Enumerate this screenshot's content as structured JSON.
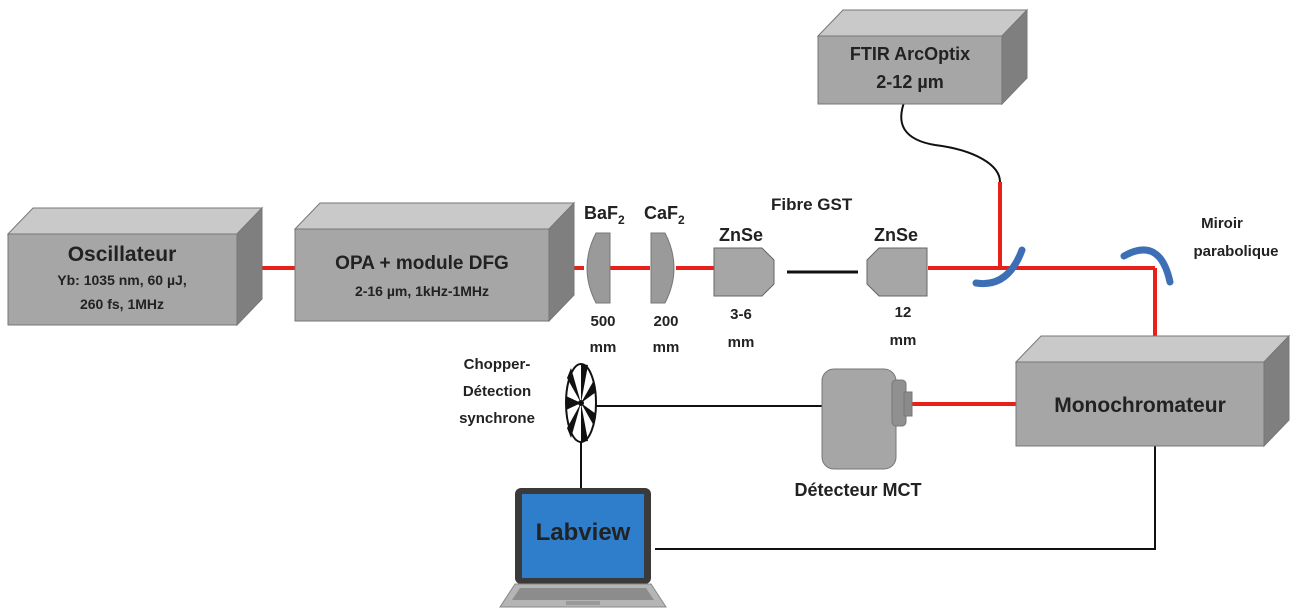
{
  "colors": {
    "beam": "#e8201a",
    "box_front": "#a6a6a6",
    "box_top": "#c9c9c9",
    "box_side": "#7f7f7f",
    "mirror": "#3c6fb6",
    "optic": "#9a9a9a",
    "screen": "#1f6fc0",
    "wire": "#111111",
    "text": "#222222"
  },
  "boxes": {
    "oscillateur": {
      "title": "Oscillateur",
      "line1": "Yb: 1035 nm, 60 µJ,",
      "line2": "260 fs, 1MHz"
    },
    "opa": {
      "title": "OPA + module DFG",
      "line1": "2-16 µm, 1kHz-1MHz"
    },
    "ftir": {
      "title": "FTIR ArcOptix",
      "line1": "2-12 µm"
    },
    "monochromateur": {
      "title": "Monochromateur"
    }
  },
  "optics": {
    "baf2": {
      "base": "BaF",
      "sub": "2",
      "focal": "500",
      "unit": "mm"
    },
    "caf2": {
      "base": "CaF",
      "sub": "2",
      "focal": "200",
      "unit": "mm"
    },
    "znse_in": {
      "name": "ZnSe",
      "focal": "3-6",
      "unit": "mm"
    },
    "znse_out": {
      "name": "ZnSe",
      "focal": "12",
      "unit": "mm"
    },
    "fibre": "Fibre GST"
  },
  "mirror": {
    "line1": "Miroir",
    "line2": "parabolique"
  },
  "chopper": {
    "line1": "Chopper-",
    "line2": "Détection",
    "line3": "synchrone"
  },
  "detector": "Détecteur MCT",
  "laptop": {
    "screen_text": "Labview"
  }
}
